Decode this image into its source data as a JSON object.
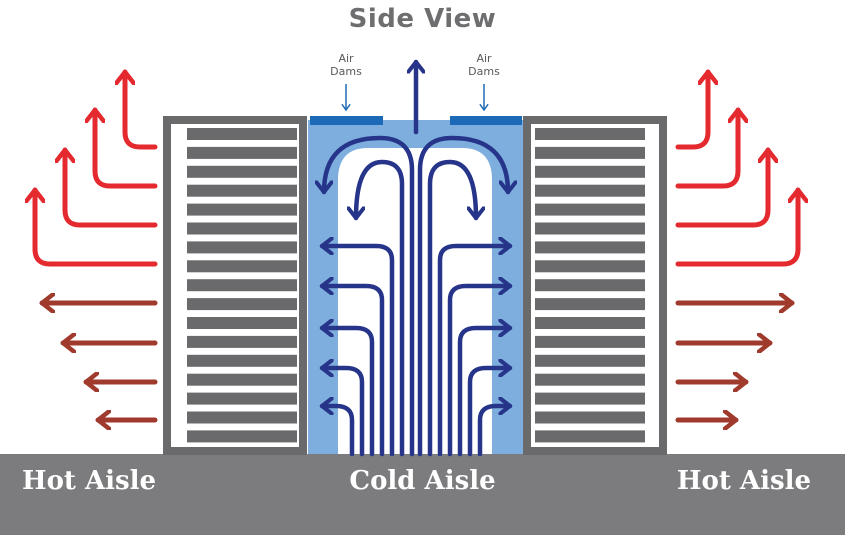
{
  "title": "Side View",
  "air_dams": {
    "left": [
      "Air",
      "Dams"
    ],
    "right": [
      "Air",
      "Dams"
    ]
  },
  "floor_labels": {
    "left": "Hot Aisle",
    "center": "Cold Aisle",
    "right": "Hot Aisle"
  },
  "colors": {
    "hot_upper": "#e42a2f",
    "hot_lower": "#a03a2c",
    "cold_flow": "#26348a",
    "cold_aisle": "#7eaede",
    "air_dam": "#1c6ab7",
    "rack": "#6a6a6c",
    "floor": "#7c7c7e"
  },
  "icons": [
    "arrow-up-icon",
    "arrow-left-icon",
    "arrow-right-icon",
    "arrow-down-icon"
  ]
}
